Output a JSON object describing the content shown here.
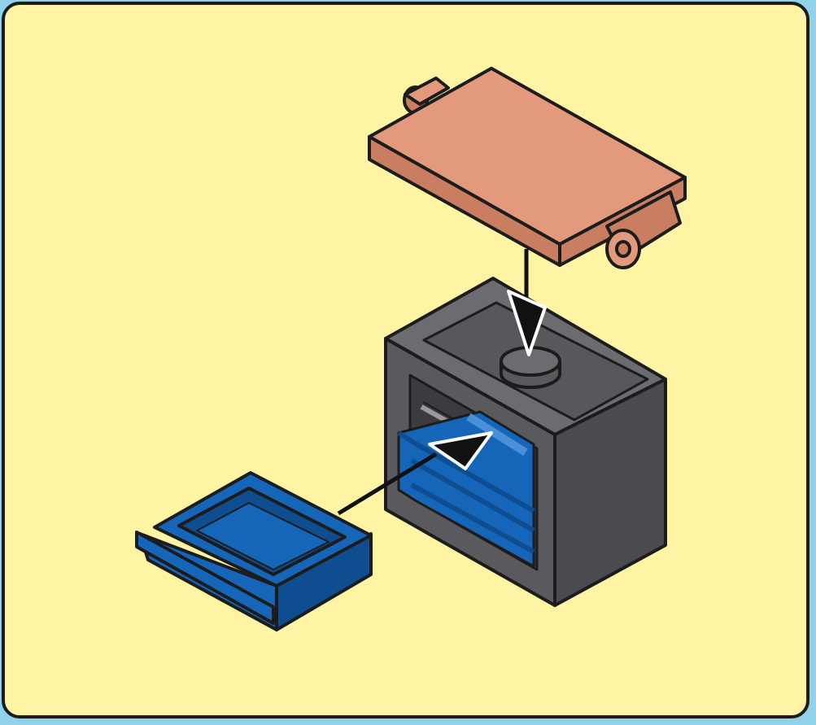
{
  "diagram": {
    "colors": {
      "background": "#fff4a3",
      "border": "#1c1c1c",
      "lid": "#e39a7c",
      "lid_side": "#c97e62",
      "cabinet_top": "#6c6b6f",
      "cabinet_front": "#5a595d",
      "cabinet_side": "#4b4a4f",
      "drawer": "#1565b8",
      "drawer_dark": "#0e4e90",
      "arrow": "#111111"
    },
    "parts": [
      {
        "id": "lid",
        "icon": "hinged-lid"
      },
      {
        "id": "cabinet",
        "icon": "cabinet-body"
      },
      {
        "id": "drawer",
        "icon": "drawer-tray"
      }
    ],
    "arrows": [
      {
        "id": "lid-to-cabinet",
        "direction": "down"
      },
      {
        "id": "drawer-into-cabinet",
        "direction": "up-right"
      }
    ]
  }
}
